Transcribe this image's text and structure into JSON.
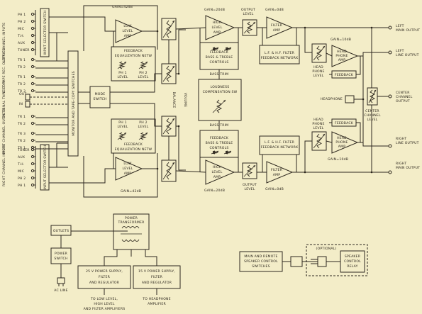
{
  "left_inputs": [
    "PH 1",
    "PH 2",
    "MIC",
    "T.H.",
    "AUX",
    "TUNER"
  ],
  "right_inputs": [
    "TUNER",
    "AUX",
    "T.H.",
    "MIC",
    "PH 2",
    "PH 1"
  ],
  "tape_outputs_left": [
    "TR 1",
    "TR 2"
  ],
  "tape_inputs_left": [
    "TR 1",
    "TR 2",
    "TR 3"
  ],
  "tape_outputs_right": [
    "TR 1",
    "TR 2"
  ],
  "tape_inputs_right": [
    "TR 3",
    "TR 2",
    "TR 1"
  ],
  "ext_tape_out": "OUT",
  "ext_tape_in": "IN",
  "side_labels": {
    "left_channel_inputs": "LEFT CHANNEL INPUTS",
    "left_tape_outputs": "LEFT TAPE REC. OUTPUTS",
    "external_tape_copy": "EXTERNAL TAPE COPY",
    "right_channel_outputs": "RIGHT CHANNEL OUTPUTS",
    "right_channel_inputs": "RIGHT CHANNEL INPUTS"
  },
  "blocks": {
    "input_selector": "INPUT SELECTOR SWITCH",
    "monitor_tape_copy": "MONITOR AND TAPE-COPY SWITCHES",
    "mode_switch": [
      "MODE",
      "SWITCH"
    ],
    "low_level_amp": [
      "LOW",
      "LEVEL",
      "AMP"
    ],
    "feedback_eq": [
      "FEEDBACK",
      "EQUALIZATION NETW"
    ],
    "ph1_level": [
      "PH 1",
      "LEVEL"
    ],
    "ph2_level": [
      "PH 2",
      "LEVEL"
    ],
    "balance": "BALANCE",
    "volume": "VOLUME",
    "high_level_amp": [
      "HIGH",
      "LEVEL",
      "AMP"
    ],
    "feedback_bass_treble": [
      "FEEDBACK",
      "BASS & TREBLE",
      "CONTROLS"
    ],
    "bass_trim": "BASS TRIM",
    "loudness": [
      "LOUDNESS",
      "COMPENSATION SW"
    ],
    "output_level": [
      "OUTPUT",
      "LEVEL"
    ],
    "filter_amp": [
      "FILTER",
      "AMP"
    ],
    "lf_hf_filter": [
      "L.F. & H.F. FILTER",
      "FEEDBACK NETWORK"
    ],
    "head_phone_level": [
      "HEAD",
      "PHONE",
      "LEVEL"
    ],
    "head_phone_amp": [
      "HEAD",
      "PHONE",
      "AMP"
    ],
    "feedback": "FEEDBACK",
    "headphone": "HEADPHONE",
    "center_channel_level": [
      "CENTER",
      "CHANNEL",
      "LEVEL"
    ]
  },
  "gains": {
    "low_level_top": "GAIN=42dB",
    "low_level_bottom": "GAIN=42dB",
    "high_level_top": "GAIN=20dB",
    "high_level_bottom": "GAIN=20dB",
    "filter_top": "GAIN=0dB",
    "filter_bottom": "GAIN=0dB",
    "phone_top": "GAIN=10dB",
    "phone_bottom": "GAIN=10dB"
  },
  "outputs": {
    "left_main": [
      "LEFT",
      "MAIN OUTPUT"
    ],
    "left_line": [
      "LEFT",
      "LINE OUTPUT"
    ],
    "center_channel": [
      "CENTER",
      "CHANNEL",
      "OUTPUT"
    ],
    "right_line": [
      "RIGHT",
      "LINE OUTPUT"
    ],
    "right_main": [
      "RIGHT",
      "MAIN OUTPUT"
    ]
  },
  "power": {
    "outlets": "OUTLETS",
    "power_switch": [
      "POWER",
      "SWITCH"
    ],
    "ac_line": "AC LINE",
    "transformer": [
      "POWER",
      "TRANSFORMER"
    ],
    "supply_25v": [
      "25 V POWER SUPPLY,",
      "FILTER",
      "AND REGULATOR"
    ],
    "supply_15v": [
      "15 V POWER SUPPLY,",
      "FILTER",
      "AND REGULATOR"
    ],
    "to_low_high": [
      "TO LOW LEVEL,",
      "HIGH LEVEL",
      "AND FILTER AMPLIFIERS"
    ],
    "to_headphone": [
      "TO HEADPHONE",
      "AMPLIFIER"
    ]
  },
  "speaker_control": {
    "switches": [
      "MAIN AND REMOTE",
      "SPEAKER CONTROL",
      "SWITCHES"
    ],
    "optional": "(OPTIONAL)",
    "relay": [
      "SPEAKER",
      "CONTROL",
      "RELAY"
    ]
  }
}
